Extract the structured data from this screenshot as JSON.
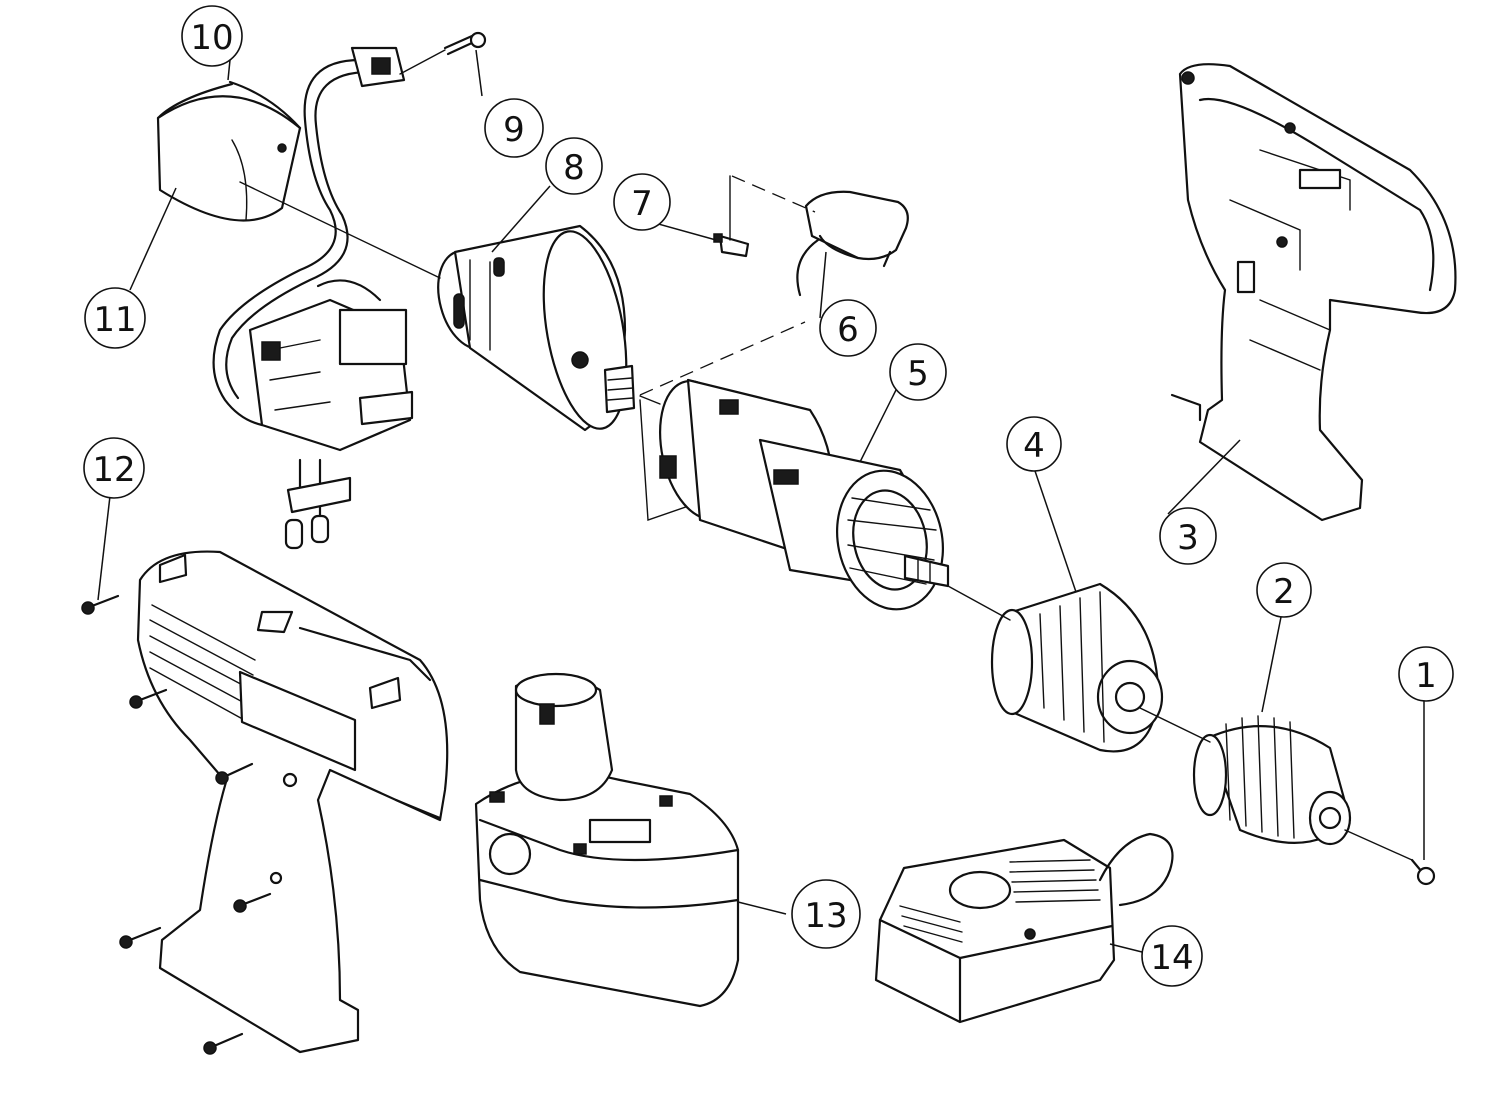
{
  "parts": [
    {
      "id": "part-1",
      "number": "1"
    },
    {
      "id": "part-2",
      "number": "2"
    },
    {
      "id": "part-3",
      "number": "3"
    },
    {
      "id": "part-4",
      "number": "4"
    },
    {
      "id": "part-5",
      "number": "5"
    },
    {
      "id": "part-6",
      "number": "6"
    },
    {
      "id": "part-7",
      "number": "7"
    },
    {
      "id": "part-8",
      "number": "8"
    },
    {
      "id": "part-9",
      "number": "9"
    },
    {
      "id": "part-10",
      "number": "10"
    },
    {
      "id": "part-11",
      "number": "11"
    },
    {
      "id": "part-12",
      "number": "12"
    },
    {
      "id": "part-13",
      "number": "13"
    },
    {
      "id": "part-14",
      "number": "14"
    }
  ]
}
